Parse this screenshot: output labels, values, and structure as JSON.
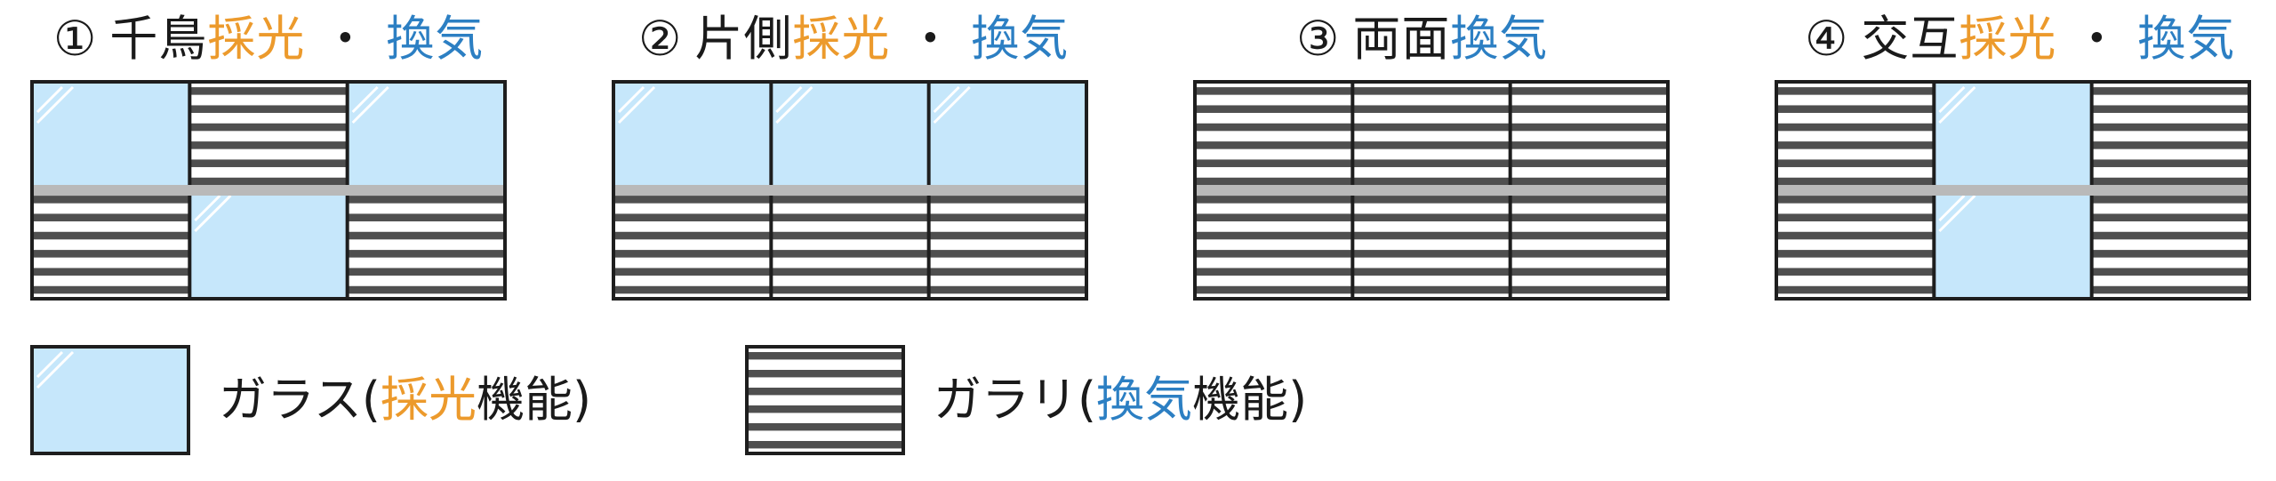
{
  "colors": {
    "glass": "#c6e7fb",
    "frame": "#1e1e1e",
    "louver": "#4f4f4f",
    "transom": "#b9b9b9",
    "orange": "#ec9a2c",
    "blue": "#2c7fc3"
  },
  "panel_types": {
    "G": "glass",
    "L": "louver"
  },
  "patterns": [
    {
      "number": "①",
      "name_plain": "千鳥",
      "lighting": "採光",
      "separator": "・",
      "ventilation": "換気",
      "cells": [
        [
          "G",
          "L",
          "G"
        ],
        [
          "L",
          "G",
          "L"
        ]
      ]
    },
    {
      "number": "②",
      "name_plain": "片側",
      "lighting": "採光",
      "separator": "・",
      "ventilation": "換気",
      "cells": [
        [
          "G",
          "G",
          "G"
        ],
        [
          "L",
          "L",
          "L"
        ]
      ]
    },
    {
      "number": "③",
      "name_plain": "両面",
      "ventilation": "換気",
      "cells": [
        [
          "L",
          "L",
          "L"
        ],
        [
          "L",
          "L",
          "L"
        ]
      ]
    },
    {
      "number": "④",
      "name_plain": "交互",
      "lighting": "採光",
      "separator": "・",
      "ventilation": "換気",
      "cells": [
        [
          "L",
          "G",
          "L"
        ],
        [
          "L",
          "G",
          "L"
        ]
      ]
    }
  ],
  "legend": {
    "glass": {
      "name": "ガラス",
      "open": "(",
      "function_colored": "採光",
      "function_rest": "機能",
      "close": ")"
    },
    "louver": {
      "name": "ガラリ",
      "open": "(",
      "function_colored": "換気",
      "function_rest": "機能",
      "close": ")"
    }
  }
}
